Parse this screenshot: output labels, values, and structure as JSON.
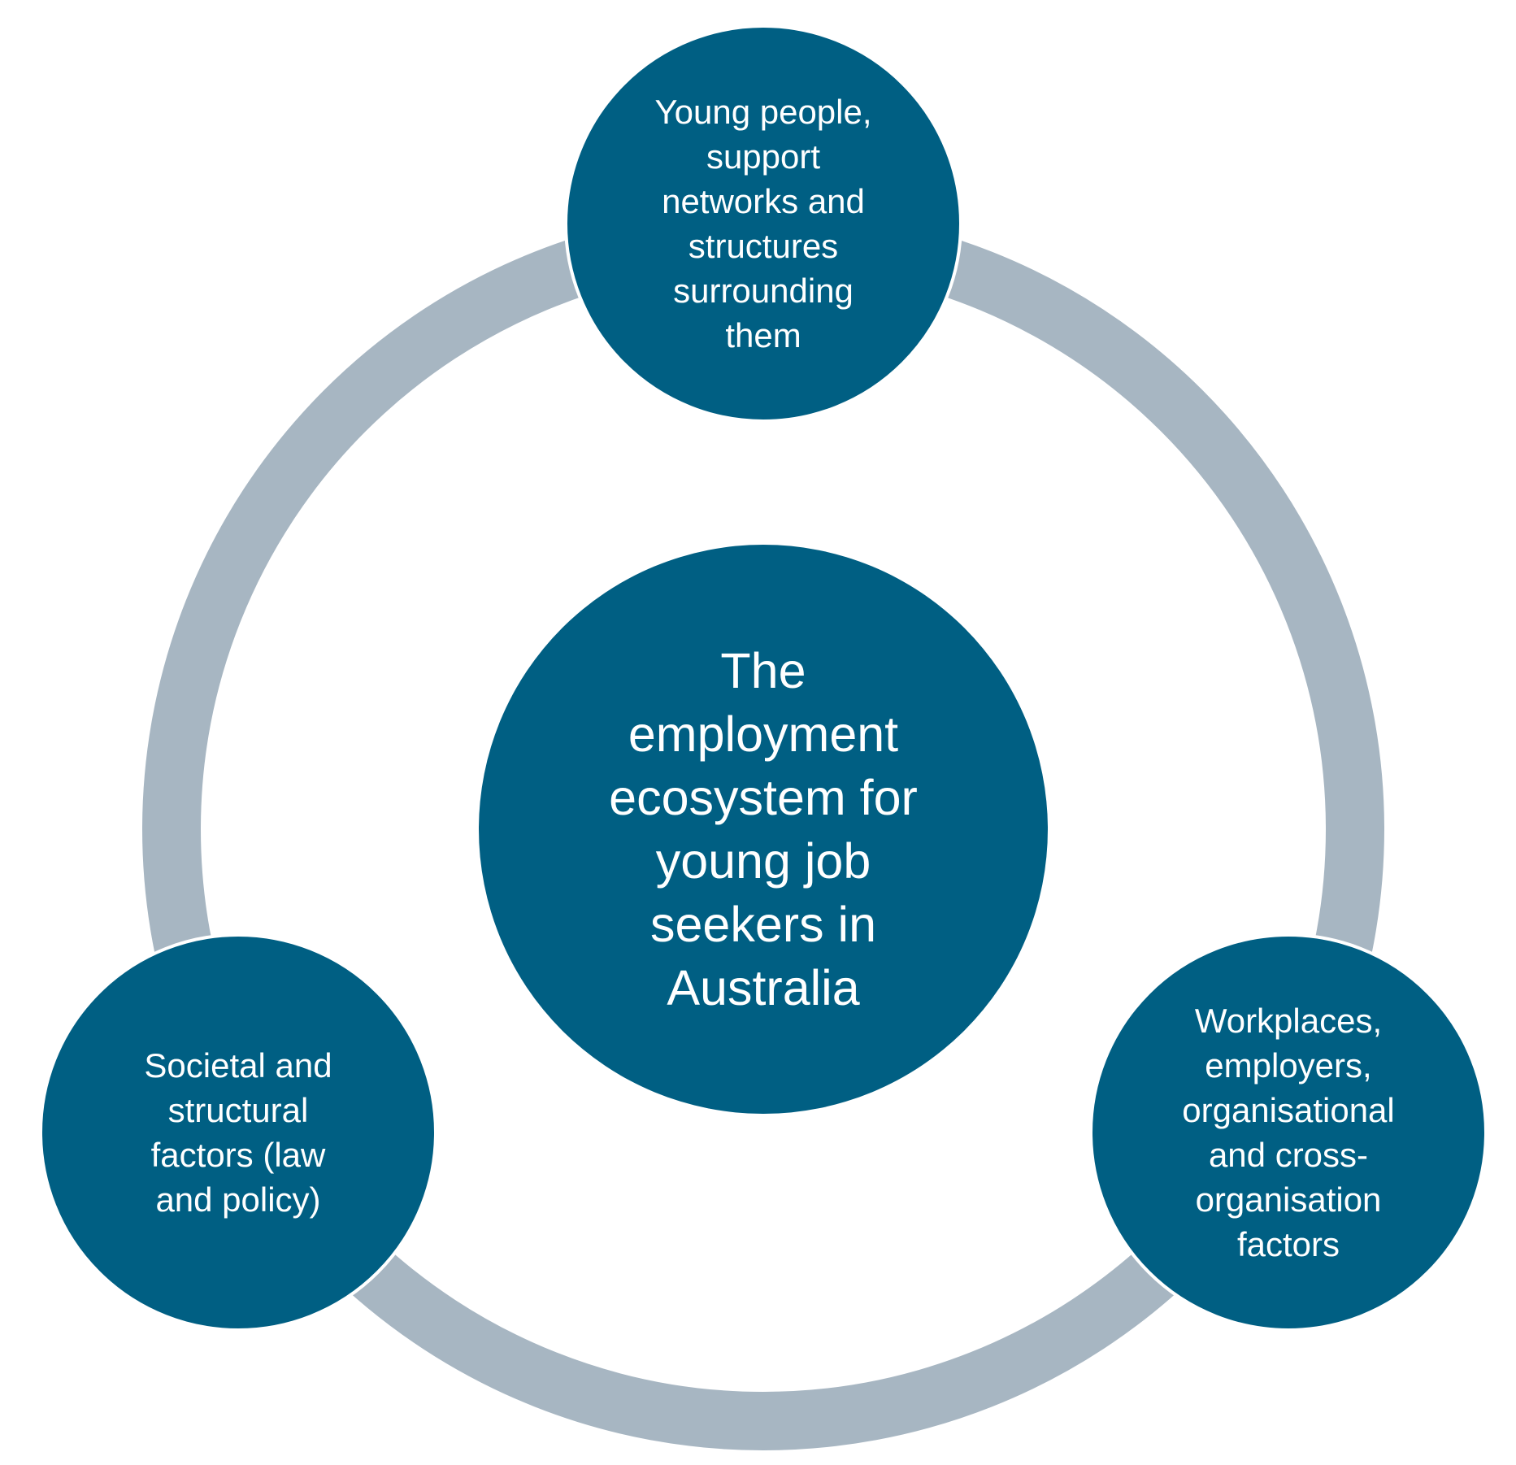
{
  "colors": {
    "node_fill": "#005f83",
    "ring": "#a7b6c2",
    "text": "#ffffff",
    "background": "#ffffff"
  },
  "center": {
    "label": "The\nemployment\necosystem for\nyoung job\nseekers in\nAustralia"
  },
  "nodes": {
    "top": {
      "label": "Young people,\nsupport\nnetworks and\nstructures\nsurrounding\nthem"
    },
    "left": {
      "label": "Societal and\nstructural\nfactors (law\nand policy)"
    },
    "right": {
      "label": "Workplaces,\nemployers,\norganisational\nand cross-\norganisation\nfactors"
    }
  }
}
